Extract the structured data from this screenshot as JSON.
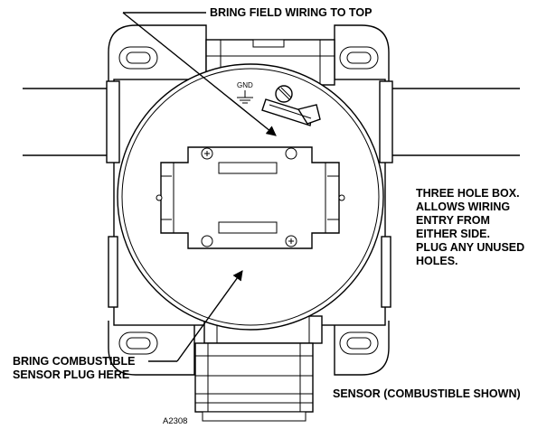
{
  "labels": {
    "field_wiring": "BRING FIELD WIRING TO TOP",
    "three_hole_box": [
      "THREE HOLE BOX.",
      "ALLOWS WIRING",
      "ENTRY FROM",
      "EITHER SIDE.",
      "PLUG ANY UNUSED",
      "HOLES."
    ],
    "combustible_plug": [
      "BRING COMBUSTIBLE",
      "SENSOR PLUG HERE"
    ],
    "sensor": "SENSOR (COMBUSTIBLE SHOWN)",
    "gnd": "GND",
    "figure_id": "A2308"
  },
  "colors": {
    "ink": "#000000",
    "paper": "#ffffff"
  }
}
